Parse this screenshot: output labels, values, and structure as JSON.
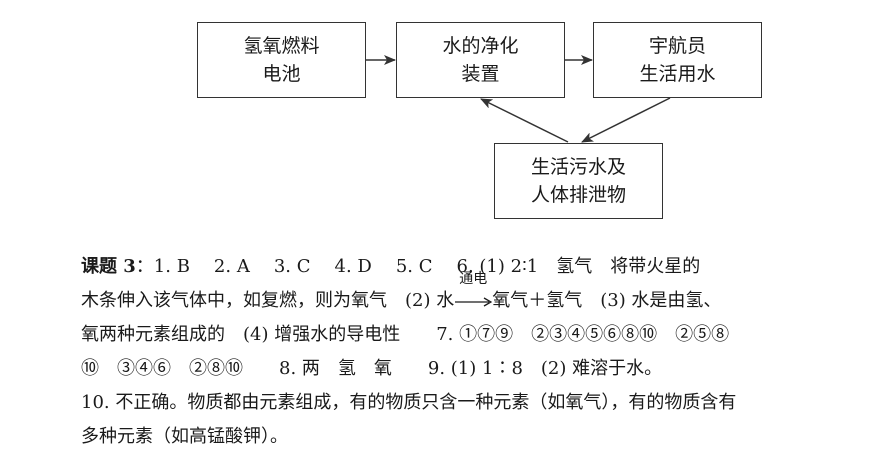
{
  "diagram": {
    "fuel_cell": [
      "氢氧燃料",
      "电池"
    ],
    "purifier": [
      "水的净化",
      "装置"
    ],
    "astronaut_water": [
      "宇航员",
      "生活用水"
    ],
    "waste": [
      "生活污水及",
      "人体排泄物"
    ]
  },
  "answers": {
    "label": "课题 3",
    "colon": "：",
    "line1": [
      "1. B",
      "2. A",
      "3. C",
      "4. D",
      "5. C",
      "6. (1) 2∶1　氢气　将带火星的"
    ],
    "line2_before": "木条伸入该气体中，如复燃，则为氧气　(2) 水",
    "line2_condition": "通电",
    "line2_after": "氧气＋氢气　(3) 水是由氢、",
    "line3": "氧两种元素组成的　(4) 增强水的导电性　　7. ①⑦⑨　②③④⑤⑥⑧⑩　②⑤⑧",
    "line4": "⑩　③④⑥　②⑧⑩　　8. 两　氢　氧　　9. (1) 1∶8　(2) 难溶于水。",
    "line5": "10. 不正确。物质都由元素组成，有的物质只含一种元素（如氧气），有的物质含有",
    "line6": "多种元素（如高锰酸钾）。"
  }
}
